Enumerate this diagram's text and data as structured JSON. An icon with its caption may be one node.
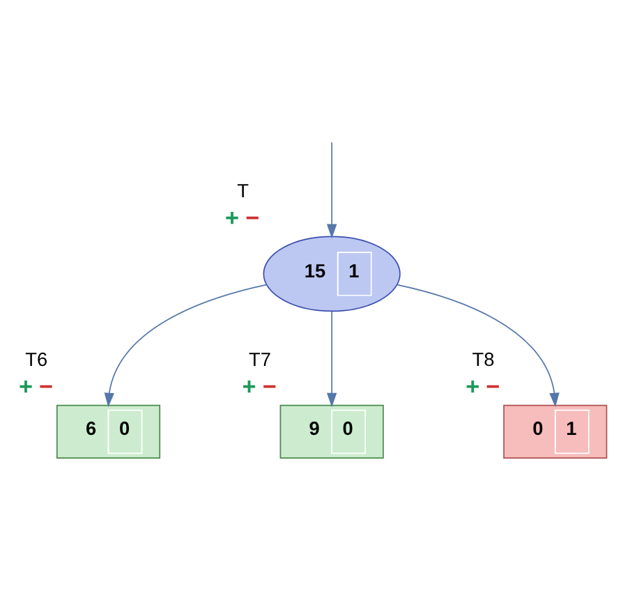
{
  "diagram": {
    "nodes": [
      {
        "text": [
          "15",
          "1"
        ],
        "beside": [
          "T",
          "+",
          "−"
        ]
      },
      {
        "text": [
          "6",
          "0"
        ],
        "beside": [
          "T6",
          "+",
          "−"
        ]
      },
      {
        "text": [
          "9",
          "0"
        ],
        "beside": [
          "T7",
          "+",
          "−"
        ]
      },
      {
        "text": [
          "0",
          "1"
        ],
        "beside": [
          "T8",
          "+",
          "−"
        ]
      }
    ],
    "edges": [
      {
        "from": null,
        "to": 0,
        "arrow": "to"
      },
      {
        "from": 0,
        "to": 1,
        "arrow": "to"
      },
      {
        "from": 0,
        "to": 2,
        "arrow": "to"
      },
      {
        "from": 0,
        "to": 3,
        "arrow": "to"
      }
    ]
  }
}
